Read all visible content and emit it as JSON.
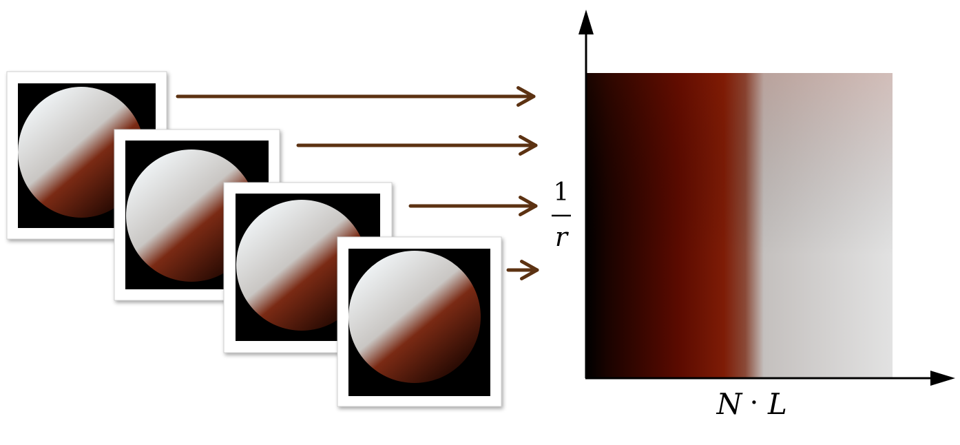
{
  "figure": {
    "input_images": {
      "count": 4,
      "sphere_lit_color": "#f0f4f6",
      "sphere_mid_color": "#c9c6c3",
      "sphere_shadow_color": "#7a2a14",
      "background_color": "#000000",
      "frame_color": "#ffffff"
    },
    "arrow_color": "#5c3212",
    "lookup_map": {
      "gradient_stops": [
        {
          "offset": 0.0,
          "color": "#000000"
        },
        {
          "offset": 0.07,
          "color": "#1a0300"
        },
        {
          "offset": 0.3,
          "color": "#5a0a00"
        },
        {
          "offset": 0.45,
          "color": "#7e1c06"
        },
        {
          "offset": 0.52,
          "color": "#8a4a38"
        },
        {
          "offset": 0.58,
          "color": "#c4c0be"
        },
        {
          "offset": 1.0,
          "color": "#e2e2e2"
        }
      ]
    },
    "axes": {
      "y_label_numerator": "1",
      "y_label_denominator": "r",
      "x_label": {
        "left": "N",
        "operator": "·",
        "right": "L"
      }
    }
  }
}
